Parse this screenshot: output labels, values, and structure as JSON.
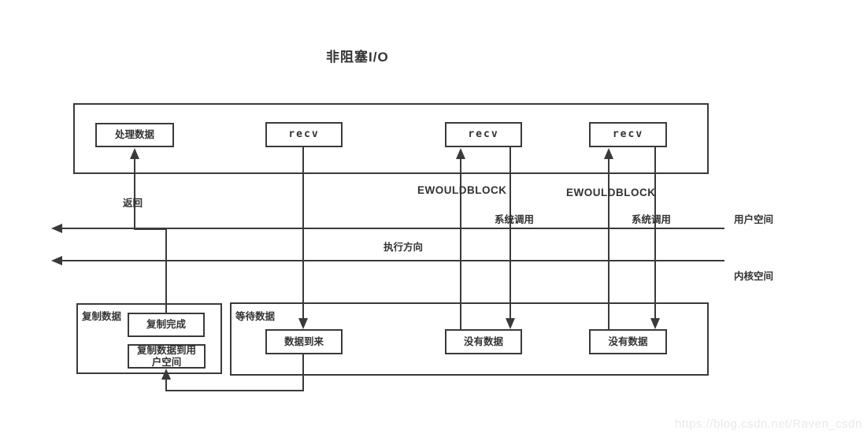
{
  "title": "非阻塞I/O",
  "watermark": "https://blog.csdn.net/Raven_csdn",
  "colors": {
    "line": "#3a3a3a",
    "text": "#333333",
    "watermark": "#e9e9e9",
    "background": "#ffffff"
  },
  "user_row": {
    "process_data": "处理数据",
    "recv_1": "recv",
    "recv_2": "recv",
    "recv_3": "recv"
  },
  "labels": {
    "return_label": "返回",
    "ewouldblock_1": "EWOULDBLOCK",
    "ewouldblock_2": "EWOULDBLOCK",
    "syscall_1": "系统调用",
    "syscall_2": "系统调用",
    "exec_direction": "执行方向",
    "user_space": "用户空间",
    "kernel_space": "内核空间"
  },
  "kernel_row": {
    "copy_group_label": "复制数据",
    "copy_complete": "复制完成",
    "copy_to_user": "复制数据到用户空间",
    "wait_group_label": "等待数据",
    "data_arrive": "数据到来",
    "no_data_1": "没有数据",
    "no_data_2": "没有数据"
  }
}
